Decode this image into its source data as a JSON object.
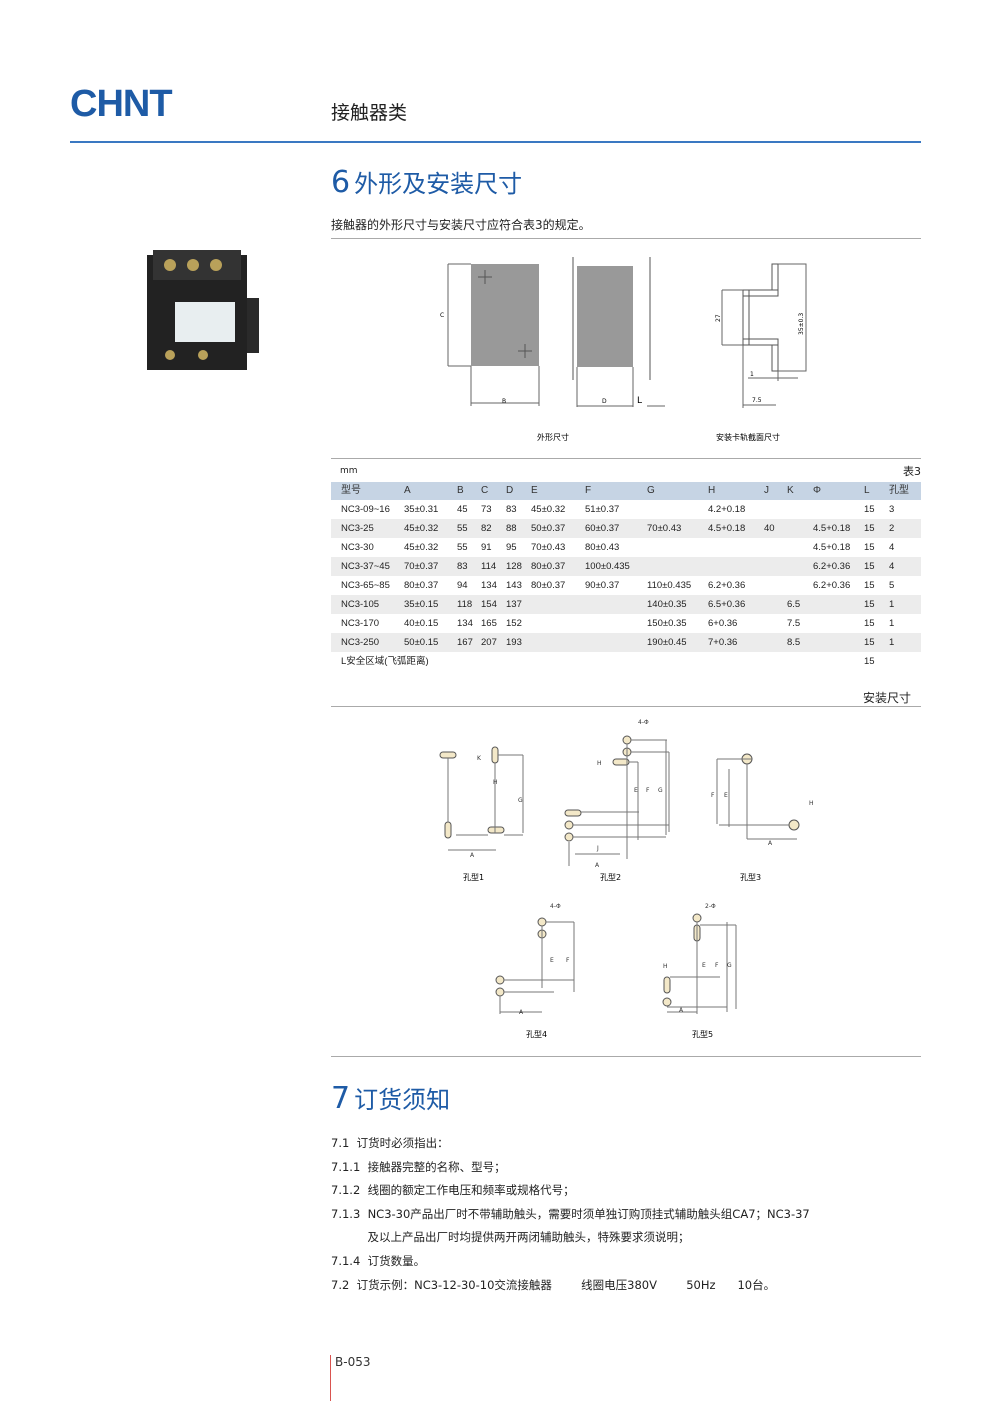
{
  "header": {
    "logo": "CHNT",
    "title": "接触器类"
  },
  "section6": {
    "num": "6",
    "title": "外形及安装尺寸",
    "intro": "接触器的外形尺寸与安装尺寸应符合表3的规定。"
  },
  "drawings": {
    "outline_caption": "外形尺寸",
    "rail_caption": "安装卡轨截面尺寸",
    "labels": {
      "B": "B",
      "C": "C",
      "D": "D",
      "L": "L",
      "h27": "27",
      "h35": "35±0.3",
      "w1": "1",
      "w75": "7.5"
    }
  },
  "table": {
    "unit": "mm",
    "name": "表3",
    "headers": [
      "型号",
      "A",
      "B",
      "C",
      "D",
      "E",
      "F",
      "G",
      "H",
      "J",
      "K",
      "Φ",
      "L",
      "孔型"
    ],
    "rows": [
      [
        "NC3-09~16",
        "35±0.31",
        "45",
        "73",
        "83",
        "45±0.32",
        "51±0.37",
        "",
        "4.2+0.18",
        "",
        "",
        "",
        "15",
        "3"
      ],
      [
        "NC3-25",
        "45±0.32",
        "55",
        "82",
        "88",
        "50±0.37",
        "60±0.37",
        "70±0.43",
        "4.5+0.18",
        "40",
        "",
        "4.5+0.18",
        "15",
        "2"
      ],
      [
        "NC3-30",
        "45±0.32",
        "55",
        "91",
        "95",
        "70±0.43",
        "80±0.43",
        "",
        "",
        "",
        "",
        "4.5+0.18",
        "15",
        "4"
      ],
      [
        "NC3-37~45",
        "70±0.37",
        "83",
        "114",
        "128",
        "80±0.37",
        "100±0.435",
        "",
        "",
        "",
        "",
        "6.2+0.36",
        "15",
        "4"
      ],
      [
        "NC3-65~85",
        "80±0.37",
        "94",
        "134",
        "143",
        "80±0.37",
        "90±0.37",
        "110±0.435",
        "6.2+0.36",
        "",
        "",
        "6.2+0.36",
        "15",
        "5"
      ],
      [
        "NC3-105",
        "35±0.15",
        "118",
        "154",
        "137",
        "",
        "",
        "140±0.35",
        "6.5+0.36",
        "",
        "6.5",
        "",
        "15",
        "1"
      ],
      [
        "NC3-170",
        "40±0.15",
        "134",
        "165",
        "152",
        "",
        "",
        "150±0.35",
        "6+0.36",
        "",
        "7.5",
        "",
        "15",
        "1"
      ],
      [
        "NC3-250",
        "50±0.15",
        "167",
        "207",
        "193",
        "",
        "",
        "190±0.45",
        "7+0.36",
        "",
        "8.5",
        "",
        "15",
        "1"
      ],
      [
        "L安全区域(飞弧距离)",
        "",
        "",
        "",
        "",
        "",
        "",
        "",
        "",
        "",
        "",
        "",
        "15",
        ""
      ]
    ]
  },
  "mounting": {
    "title": "安装尺寸",
    "holes": [
      {
        "caption": "孔型1",
        "labels": [
          "A",
          "G",
          "H",
          "K"
        ]
      },
      {
        "caption": "孔型2",
        "labels": [
          "A",
          "J",
          "E",
          "F",
          "G",
          "H",
          "4-Φ"
        ]
      },
      {
        "caption": "孔型3",
        "labels": [
          "A",
          "E",
          "F",
          "H"
        ]
      },
      {
        "caption": "孔型4",
        "labels": [
          "A",
          "E",
          "F",
          "4-Φ"
        ]
      },
      {
        "caption": "孔型5",
        "labels": [
          "A",
          "E",
          "F",
          "G",
          "H",
          "2-Φ"
        ]
      }
    ]
  },
  "section7": {
    "num": "7",
    "title": "订货须知",
    "lines": [
      "7.1  订货时必须指出：",
      "7.1.1  接触器完整的名称、型号；",
      "7.1.2  线圈的额定工作电压和频率或规格代号；",
      "7.1.3  NC3-30产品出厂时不带辅助触头，需要时须单独订购顶挂式辅助触头组CA7；NC3-37",
      "          及以上产品出厂时均提供两开两闭辅助触头，特殊要求须说明；",
      "7.1.4  订货数量。",
      "7.2  订货示例：NC3-12-30-10交流接触器        线圈电压380V        50Hz      10台。"
    ]
  },
  "footer": {
    "page": "B-053"
  }
}
